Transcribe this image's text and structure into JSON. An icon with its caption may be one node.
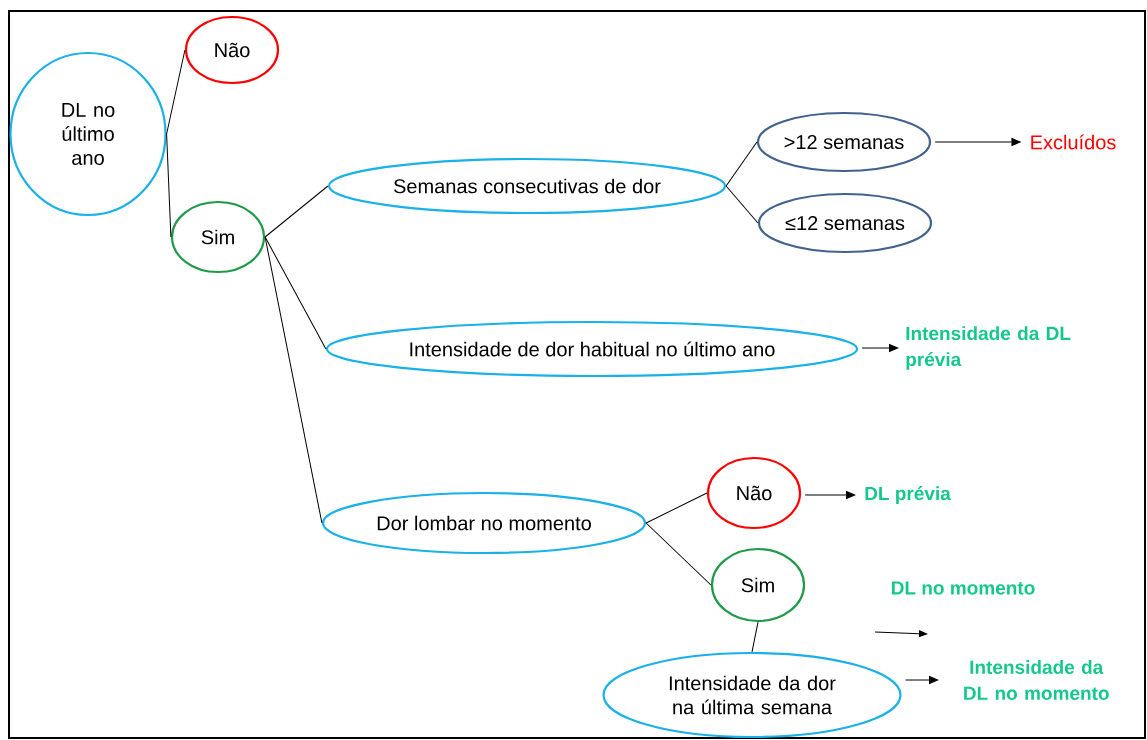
{
  "diagram": {
    "nodes": [
      {
        "text": [
          "DL no último ano"
        ]
      },
      {
        "text": [
          "Não"
        ]
      },
      {
        "text": [
          "Sim"
        ]
      },
      {
        "text": [
          "Semanas consecutivas de dor"
        ]
      },
      {
        "text": [
          ">12 semanas"
        ]
      },
      {
        "text": [
          "≤12 semanas"
        ]
      },
      {
        "text": [
          "Excluídos"
        ]
      },
      {
        "text": [
          "Intensidade de dor habitual no último ano"
        ]
      },
      {
        "text": [
          "Intensidade da DL prévia"
        ]
      },
      {
        "text": [
          "Dor lombar no momento"
        ]
      },
      {
        "text": [
          "Não"
        ]
      },
      {
        "text": [
          "DL prévia"
        ]
      },
      {
        "text": [
          "Sim"
        ]
      },
      {
        "text": [
          "DL no momento"
        ]
      },
      {
        "text": [
          "Intensidade da dor na última semana"
        ]
      },
      {
        "text": [
          "Intensidade da DL no momento"
        ]
      }
    ],
    "edges": [
      {
        "from": 0,
        "to": 1,
        "arrow": "none"
      },
      {
        "from": 0,
        "to": 2,
        "arrow": "none"
      },
      {
        "from": 2,
        "to": 3,
        "arrow": "none"
      },
      {
        "from": 2,
        "to": 7,
        "arrow": "none"
      },
      {
        "from": 2,
        "to": 9,
        "arrow": "none"
      },
      {
        "from": 3,
        "to": 4,
        "arrow": "none"
      },
      {
        "from": 3,
        "to": 5,
        "arrow": "none"
      },
      {
        "from": 4,
        "to": 6,
        "arrow": "to"
      },
      {
        "from": 7,
        "to": 8,
        "arrow": "to"
      },
      {
        "from": 9,
        "to": 10,
        "arrow": "none"
      },
      {
        "from": 9,
        "to": 12,
        "arrow": "none"
      },
      {
        "from": 10,
        "to": 11,
        "arrow": "to"
      },
      {
        "from": 12,
        "to": 14,
        "arrow": "none"
      },
      {
        "from": 14,
        "to": 15,
        "arrow": "to"
      }
    ]
  }
}
